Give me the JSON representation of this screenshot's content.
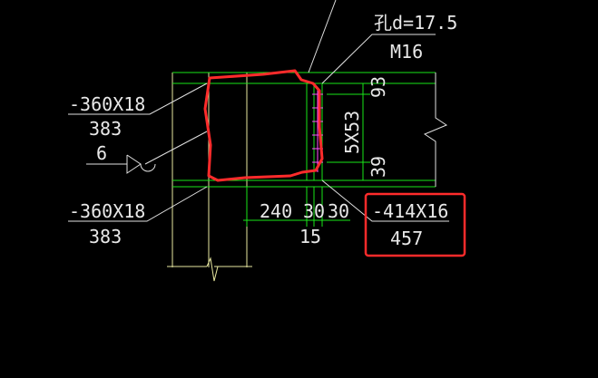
{
  "annotations": {
    "hole_dia": "孔d=17.5",
    "bolt": "M16",
    "top_plate_size": "-360X18",
    "top_plate_len": "383",
    "weld": "6",
    "bottom_plate_size": "-360X18",
    "bottom_plate_len": "383",
    "dim_240": "240",
    "dim_30a": "30",
    "dim_30b": "30",
    "dim_15": "15",
    "dim_93": "93",
    "dim_5x53": "5X53",
    "dim_39": "39",
    "web_plate_size": "-414X16",
    "web_plate_len": "457"
  },
  "colors": {
    "background": "#000000",
    "text": "#e8e8e8",
    "leader": "#e0e0e0",
    "green": "#19e619",
    "yellow": "#e8e8a0",
    "markup_red": "#ff2b2b",
    "bolt_magenta": "#ff4fff"
  }
}
